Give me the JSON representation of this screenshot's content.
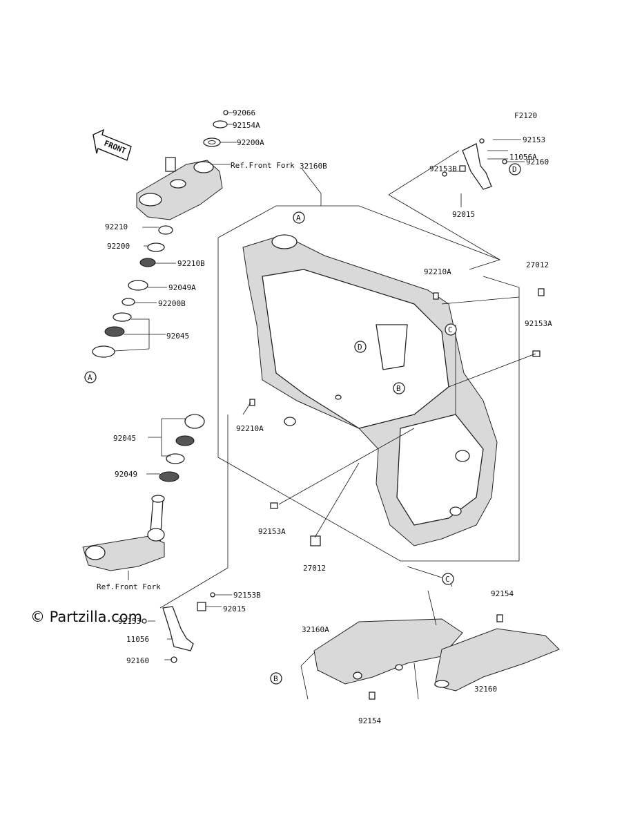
{
  "figure_code": "F2120",
  "watermark": "© Partzilla.com",
  "front_arrow": "FRONT",
  "references": {
    "front_fork_top": "Ref.Front Fork",
    "front_fork_bottom": "Ref.Front Fork"
  },
  "callouts": [
    "A",
    "A",
    "B",
    "B",
    "C",
    "C",
    "D",
    "D"
  ],
  "parts": [
    "92066",
    "92154A",
    "92200A",
    "92210",
    "92200",
    "92210B",
    "92049A",
    "92200B",
    "92045",
    "92045",
    "92049",
    "32160B",
    "92210A",
    "92210A",
    "92153A",
    "92153A",
    "27012",
    "27012",
    "92153",
    "11056A",
    "92153B",
    "92160",
    "92015",
    "92153B",
    "92015",
    "92153",
    "11056",
    "92160",
    "92154",
    "92154",
    "32160A",
    "32160"
  ],
  "colors": {
    "line": "#111111",
    "background": "#ffffff"
  }
}
